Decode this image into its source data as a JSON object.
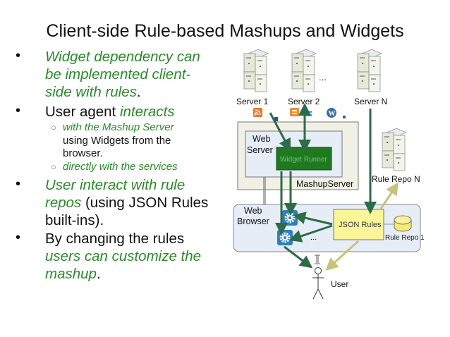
{
  "slide": {
    "title": "Client-side Rule-based Mashups and Widgets"
  },
  "bullets": [
    {
      "lines": [
        [
          {
            "t": "Widget dependency can",
            "g": true
          }
        ],
        [
          {
            "t": "be implemented client-",
            "g": true
          }
        ],
        [
          {
            "t": "side with rules",
            "g": true
          },
          {
            "t": ".",
            "g": false
          }
        ]
      ]
    },
    {
      "lines": [
        [
          {
            "t": "User agent ",
            "g": false
          },
          {
            "t": "interacts",
            "g": true
          }
        ]
      ],
      "sub": [
        {
          "lines": [
            [
              {
                "t": "with the Mashup Server",
                "g": true
              }
            ],
            [
              {
                "t": "using Widgets from the",
                "g": false
              }
            ],
            [
              {
                "t": "browser.",
                "g": false
              }
            ]
          ]
        },
        {
          "lines": [
            [
              {
                "t": "directly with the services",
                "g": true
              }
            ]
          ]
        }
      ]
    },
    {
      "lines": [
        [
          {
            "t": "User interact with rule",
            "g": true
          }
        ],
        [
          {
            "t": "repos",
            "g": true
          },
          {
            "t": " (using JSON Rules",
            "g": false
          }
        ],
        [
          {
            "t": "built-ins).",
            "g": false
          }
        ]
      ]
    },
    {
      "lines": [
        [
          {
            "t": "By changing the rules",
            "g": false
          }
        ],
        [
          {
            "t": "users can customize the",
            "g": true
          }
        ],
        [
          {
            "t": "mashup",
            "g": true
          },
          {
            "t": ".",
            "g": false
          }
        ]
      ]
    }
  ],
  "diagram": {
    "servers": [
      "Server 1",
      "Server 2",
      "Server N"
    ],
    "ellipsis": "...",
    "web_server": "Web\nServer",
    "widget_runner": "Widget Runner",
    "mashup_server": "MashupServer",
    "rule_repo_n": "Rule Repo N",
    "web_browser": "Web\nBrowser",
    "json_rules": "JSON Rules",
    "rule_repo_1": "Rule Repo 1",
    "browser_ellipsis": "...",
    "user": "User",
    "service_icons": [
      "rss-icon",
      "delicious-icon",
      "blogger-icon",
      "twitter-icon",
      "wordpress-icon",
      "misc-service-icon"
    ]
  },
  "colors": {
    "green_text": "#2a8a2a",
    "arrow_green": "#2e6b47",
    "widget_runner_fill": "#1f7a1f",
    "mashup_server_fill": "#f0f0e4",
    "web_server_fill": "#e6edf7",
    "browser_fill": "#e6edf7",
    "json_rules_fill": "#fbf59a",
    "repo_fill": "#f4ea7a",
    "gear_blue": "#2f7fc0"
  }
}
